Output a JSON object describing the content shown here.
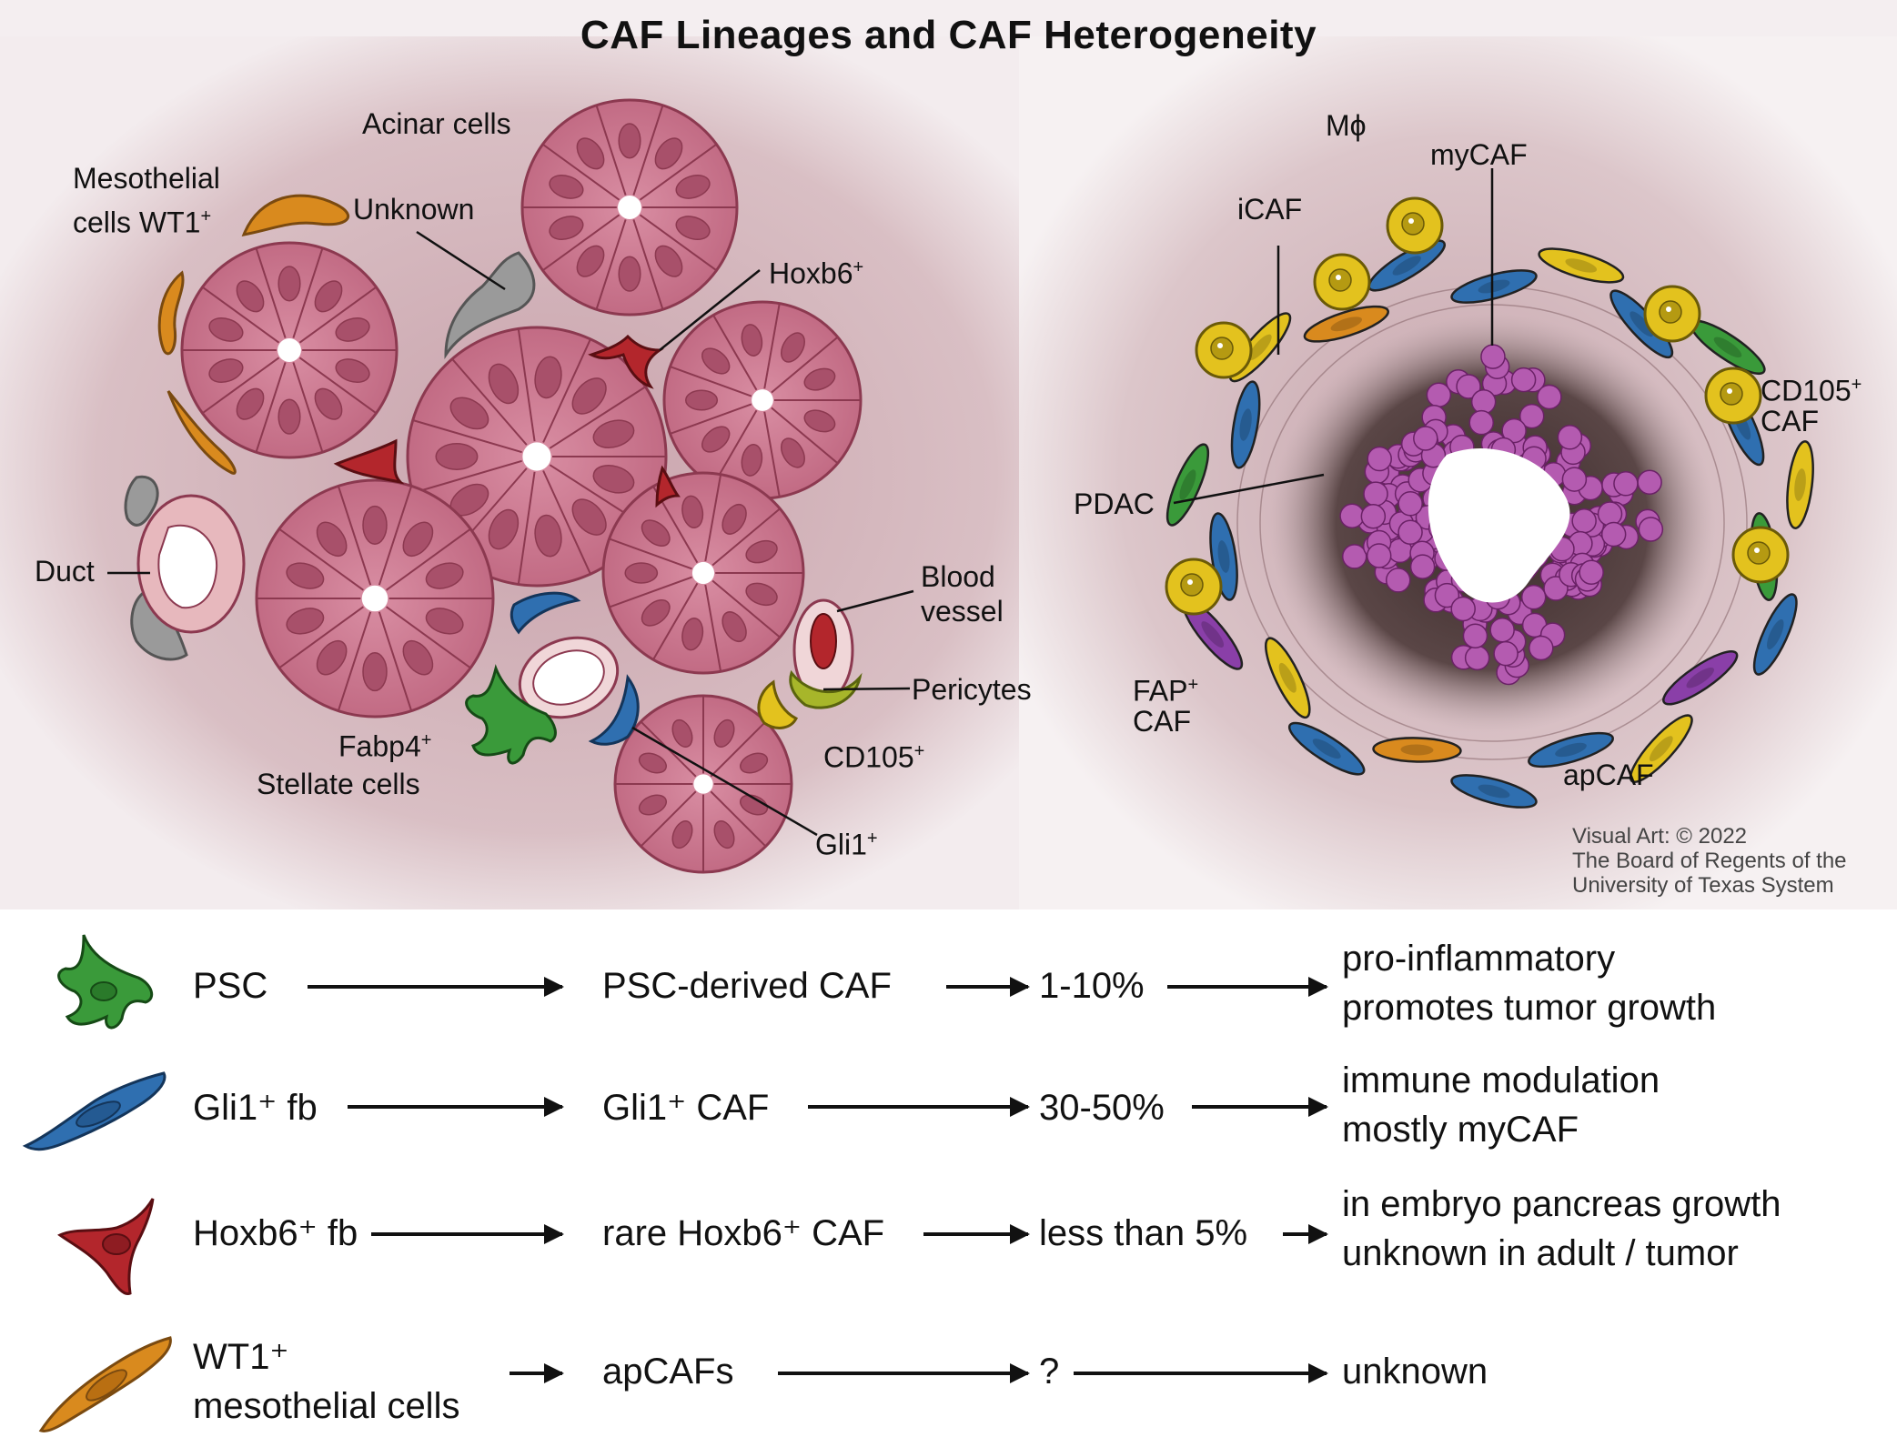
{
  "title": "CAF Lineages and CAF Heterogeneity",
  "labels": {
    "acinar": "Acinar cells",
    "mesothelial_line1": "Mesothelial",
    "mesothelial_line2": "cells WT1",
    "mesothelial_sup": "+",
    "unknown": "Unknown",
    "hoxb6": "Hoxb6",
    "hoxb6_sup": "+",
    "duct": "Duct",
    "blood_line1": "Blood",
    "blood_line2": "vessel",
    "pericytes": "Pericytes",
    "cd105_left": "CD105",
    "cd105_left_sup": "+",
    "fabp4": "Fabp4",
    "fabp4_sup": "+",
    "stellate": "Stellate cells",
    "gli1": "Gli1",
    "gli1_sup": "+",
    "mphi": "Mϕ",
    "mycaf": "myCAF",
    "icaf": "iCAF",
    "cd105_right_line1": "CD105",
    "cd105_right_sup": "+",
    "cd105_right_line2": "CAF",
    "pdac": "PDAC",
    "fap_line1": "FAP",
    "fap_sup": "+",
    "fap_line2": "CAF",
    "apcaf": "apCAF"
  },
  "credit": [
    "Visual Art: © 2022",
    "The Board of Regents of the",
    "University of Texas System"
  ],
  "lineages": [
    {
      "icon": "psc-cell-icon",
      "color": "#3a9a3a",
      "source": "PSC",
      "derived": "PSC-derived CAF",
      "percent": "1-10%",
      "role_line1": "pro-inflammatory",
      "role_line2": "promotes tumor growth"
    },
    {
      "icon": "gli1-fibroblast-icon",
      "color": "#2f6fb0",
      "source": "Gli1⁺ fb",
      "derived": "Gli1⁺ CAF",
      "percent": "30-50%",
      "role_line1": "immune modulation",
      "role_line2": "mostly myCAF"
    },
    {
      "icon": "hoxb6-fibroblast-icon",
      "color": "#b3262c",
      "source": "Hoxb6⁺ fb",
      "derived": "rare Hoxb6⁺ CAF",
      "percent": "less than 5%",
      "role_line1": "in embryo pancreas growth",
      "role_line2": "unknown in adult / tumor"
    },
    {
      "icon": "wt1-mesothelial-icon",
      "color": "#d98a1e",
      "source_line1": "WT1⁺",
      "source_line2": "mesothelial cells",
      "derived": "apCAFs",
      "percent": "?",
      "role_line1": "unknown",
      "role_line2": ""
    }
  ],
  "colors": {
    "acinar": "#c26b84",
    "acinar_dark": "#8c3950",
    "background_glow": "#c9a9b0",
    "tumor": "#b45bb0",
    "stellate": "#3a9a3a",
    "gli1": "#2f6fb0",
    "hoxb6": "#b3262c",
    "mesothelial": "#d98a1e",
    "cd105": "#e3c21e",
    "fap": "#8a3fa8",
    "unknown": "#9a9a9a"
  }
}
